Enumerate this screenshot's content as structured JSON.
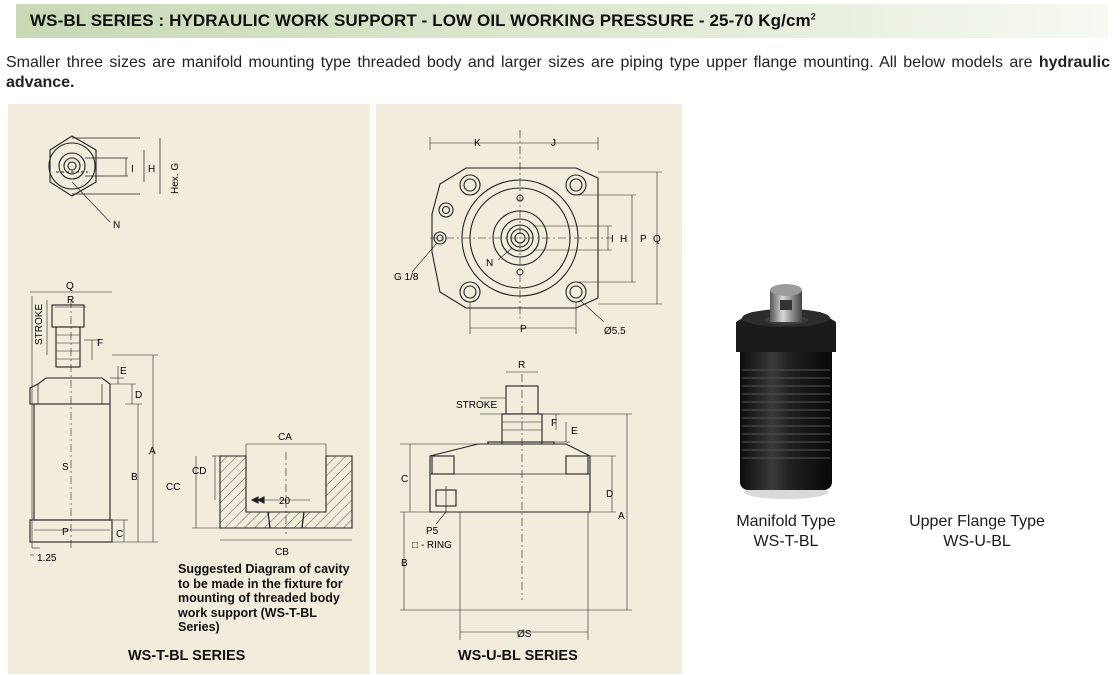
{
  "header": {
    "title": "WS-BL SERIES : HYDRAULIC WORK SUPPORT - LOW OIL WORKING PRESSURE - 25-70 Kg/cm",
    "title_sup": "2"
  },
  "intro": {
    "text": "Smaller three sizes are manifold mounting type threaded body and larger sizes are piping type upper flange mounting. All below models are ",
    "bold": "hydraulic advance."
  },
  "left_diagram": {
    "labels": {
      "hex_g": "Hex. G",
      "h": "H",
      "i": "I",
      "n": "N",
      "q": "Q",
      "r": "R",
      "stroke": "STROKE",
      "f": "F",
      "e": "E",
      "d": "D",
      "a": "A",
      "b": "B",
      "s": "S",
      "p": "P",
      "c": "C",
      "dim_125": "1.25"
    },
    "series_label": "WS-T-BL SERIES"
  },
  "cavity": {
    "labels": {
      "ca": "CA",
      "cd": "CD",
      "cc": "CC",
      "cb": "CB",
      "dim_20": "20"
    },
    "note": "Suggested Diagram of cavity to be made in the fixture for mounting of threaded body work support (WS-T-BL Series)"
  },
  "mid_diagram": {
    "labels": {
      "k": "K",
      "j": "J",
      "i": "I",
      "h": "H",
      "p": "P",
      "q": "Q",
      "n": "N",
      "g18": "G 1/8",
      "p_bottom": "P",
      "dia55": "Ø5.5",
      "r": "R",
      "stroke": "STROKE",
      "f": "F",
      "e": "E",
      "c": "C",
      "d": "D",
      "a": "A",
      "b": "B",
      "p5": "P5",
      "oring": "□ - RING",
      "os": "ØS"
    },
    "series_label": "WS-U-BL SERIES"
  },
  "products": [
    {
      "line1": "Manifold Type",
      "line2": "WS-T-BL"
    },
    {
      "line1": "Upper Flange Type",
      "line2": "WS-U-BL"
    }
  ],
  "colors": {
    "title_bar": "#c9d9b6",
    "panel": "#f1ecdb",
    "steel": "#1c1c1c",
    "brass": "#c9a227"
  }
}
